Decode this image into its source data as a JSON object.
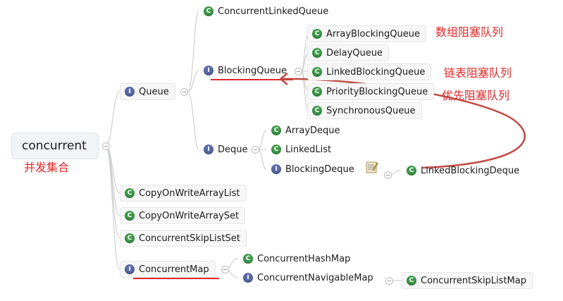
{
  "root": {
    "label": "concurrent",
    "note": "并发集合"
  },
  "queue": {
    "label": "Queue"
  },
  "concurrent_linked_queue": {
    "label": "ConcurrentLinkedQueue"
  },
  "blocking_queue": {
    "label": "BlockingQueue"
  },
  "array_blocking_queue": {
    "label": "ArrayBlockingQueue",
    "note": "数组阻塞队列"
  },
  "delay_queue": {
    "label": "DelayQueue"
  },
  "linked_blocking_queue": {
    "label": "LinkedBlockingQueue",
    "note": "链表阻塞队列"
  },
  "priority_blocking_queue": {
    "label": "PriorityBlockingQueue",
    "note": "优先阻塞队列"
  },
  "synchronous_queue": {
    "label": "SynchronousQueue"
  },
  "deque": {
    "label": "Deque"
  },
  "array_deque": {
    "label": "ArrayDeque"
  },
  "linked_list": {
    "label": "LinkedList"
  },
  "blocking_deque": {
    "label": "BlockingDeque"
  },
  "linked_blocking_deque": {
    "label": "LinkedBlockingDeque"
  },
  "copy_on_write_array_list": {
    "label": "CopyOnWriteArrayList"
  },
  "copy_on_write_array_set": {
    "label": "CopyOnWriteArraySet"
  },
  "concurrent_skip_list_set": {
    "label": "ConcurrentSkipListSet"
  },
  "concurrent_map": {
    "label": "ConcurrentMap"
  },
  "concurrent_hash_map": {
    "label": "ConcurrentHashMap"
  },
  "concurrent_navigable_map": {
    "label": "ConcurrentNavigableMap"
  },
  "concurrent_skip_list_map": {
    "label": "ConcurrentSkipListMap"
  },
  "icons": {
    "class": "class-icon",
    "interface": "interface-icon",
    "memo": "note-icon"
  },
  "colors": {
    "class_icon": "#3f9b4a",
    "interface_icon": "#5b6aa8",
    "annotation": "#e0292a",
    "connector": "#cfcfcf"
  }
}
